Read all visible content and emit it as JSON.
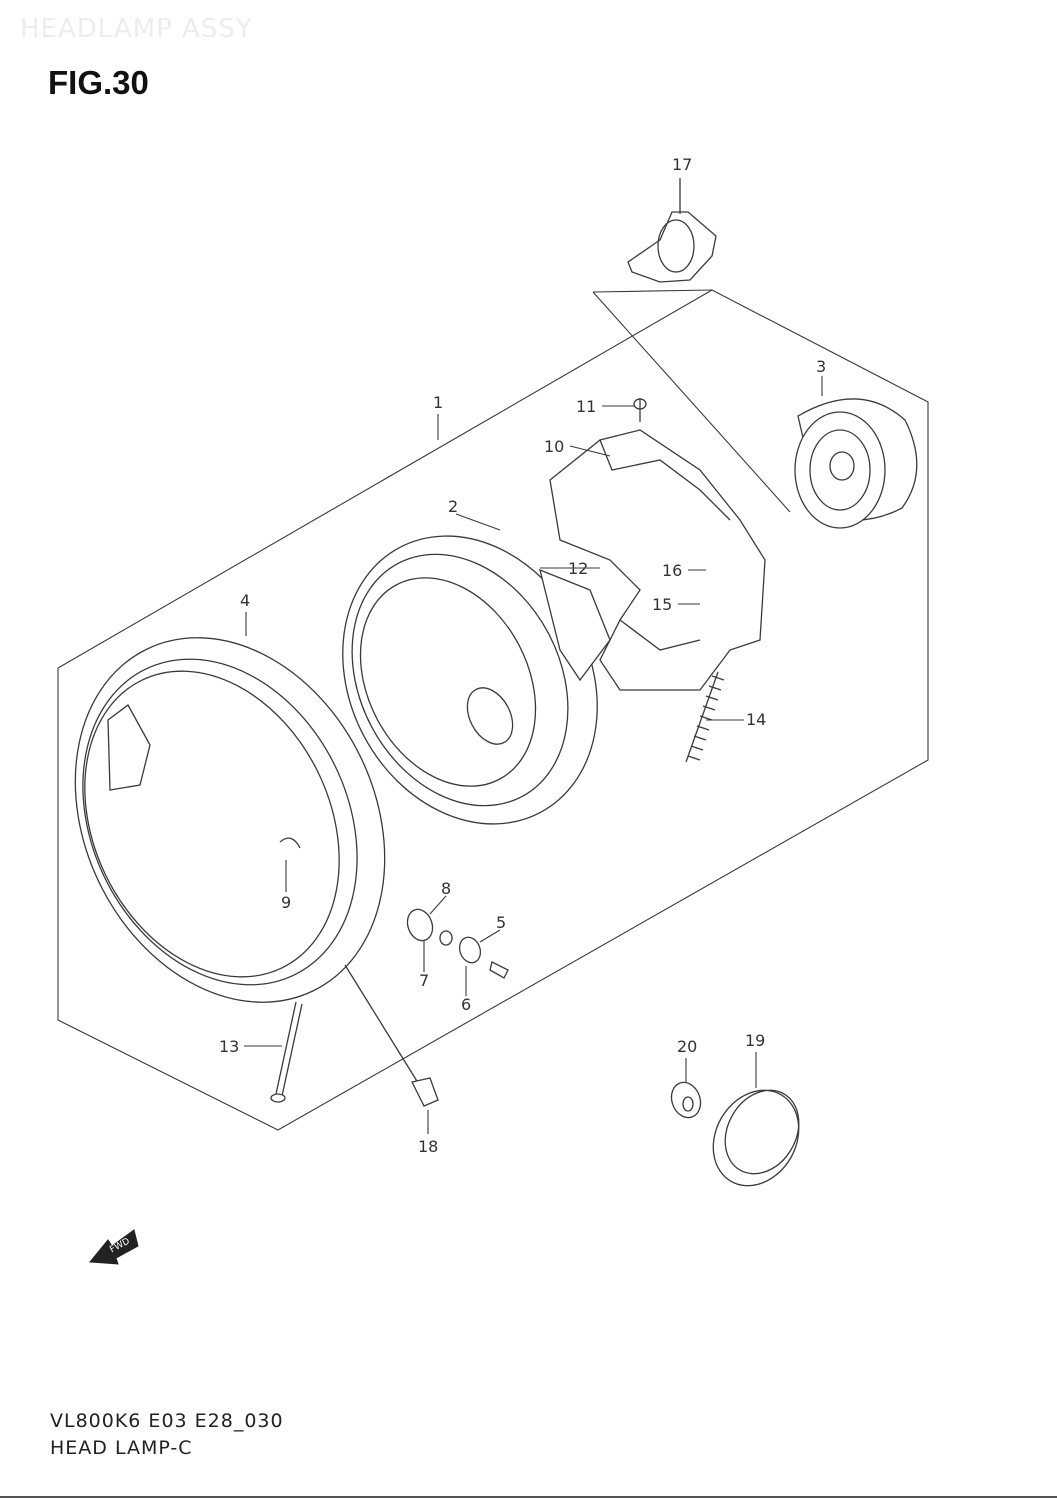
{
  "header": {
    "watermark": "HEADLAMP ASSY",
    "figure_title": "FIG.30"
  },
  "callouts": [
    "1",
    "2",
    "3",
    "4",
    "5",
    "6",
    "7",
    "8",
    "9",
    "10",
    "11",
    "12",
    "13",
    "14",
    "15",
    "16",
    "17",
    "18",
    "19",
    "20"
  ],
  "fwd_label": "FWD",
  "footer": {
    "code": "VL800K6 E03 E28_030",
    "name": "HEAD LAMP-C"
  }
}
